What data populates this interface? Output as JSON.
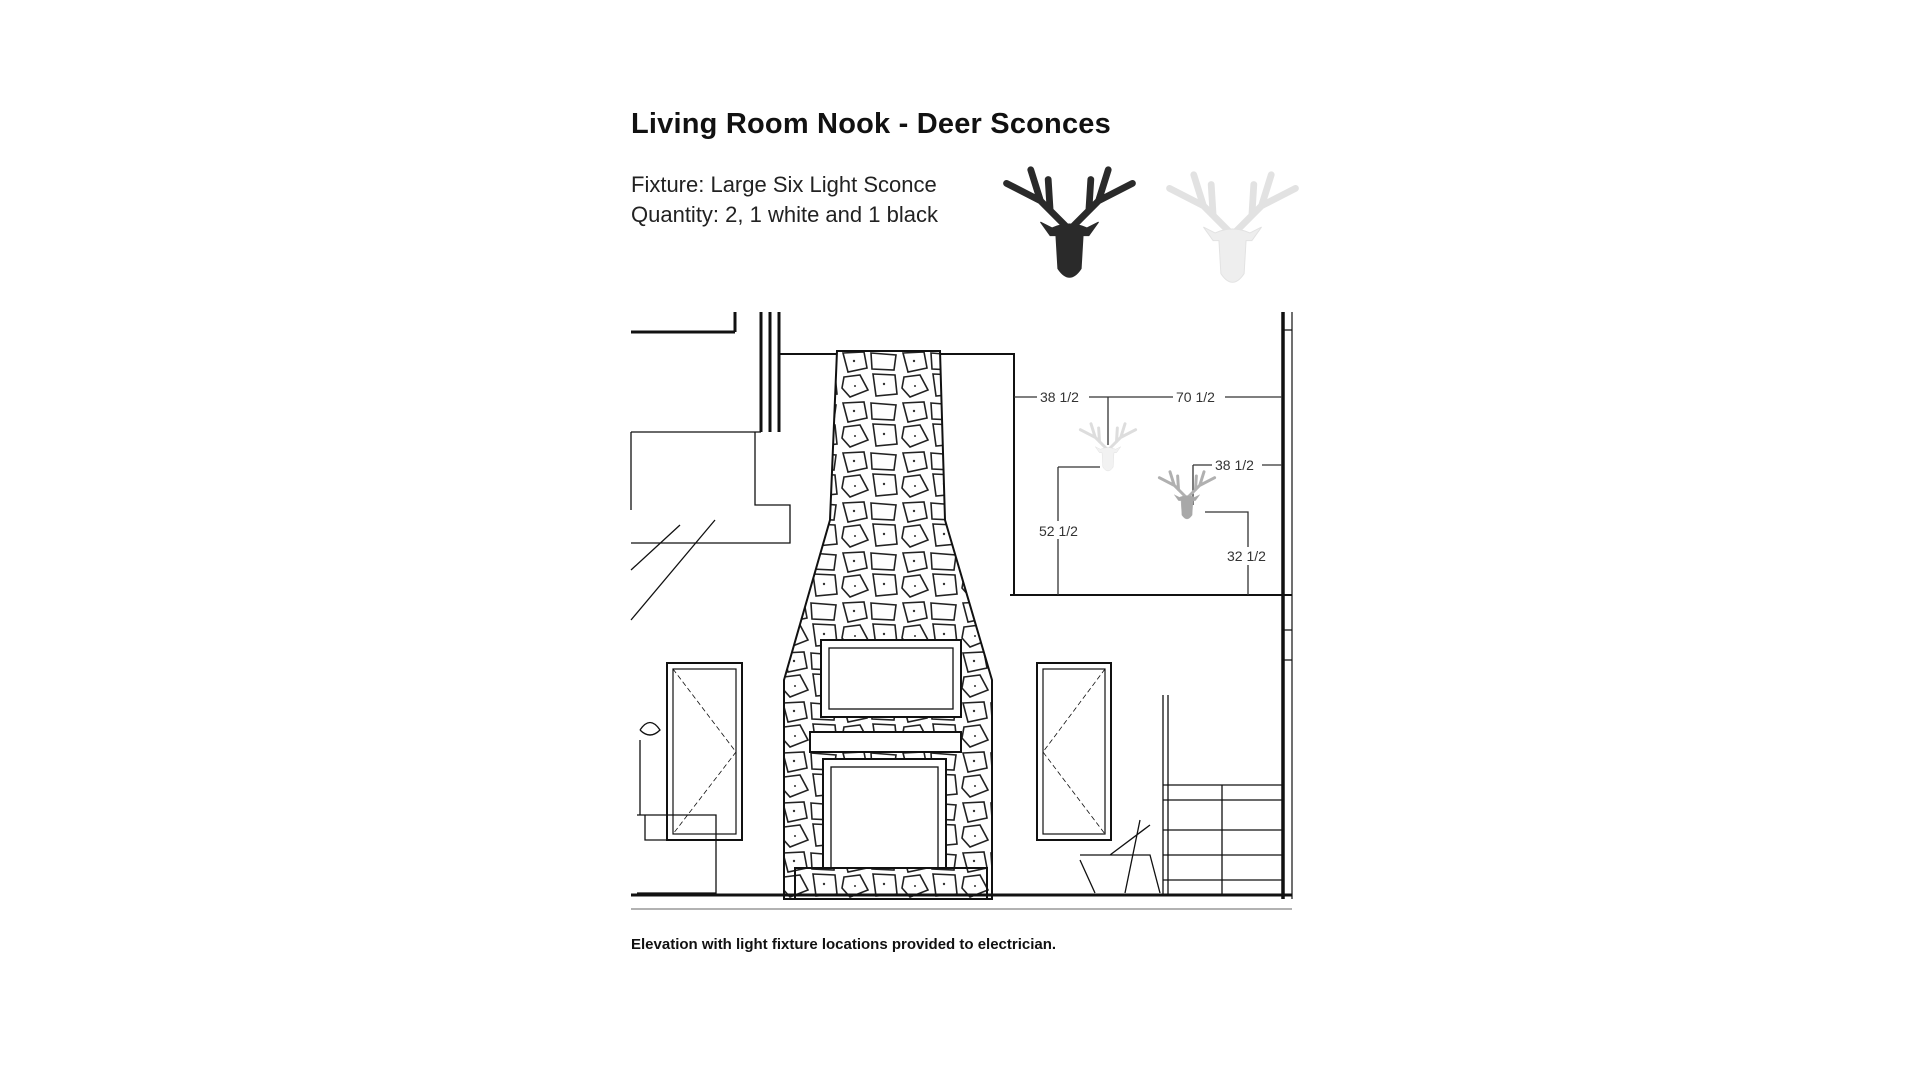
{
  "title": "Living Room Nook - Deer Sconces",
  "fixture_line": "Fixture: Large Six Light Sconce",
  "quantity_line": "Quantity: 2, 1 white and 1 black",
  "product_images": [
    {
      "name": "black-deer-sconce",
      "color": "#2a2a2a"
    },
    {
      "name": "white-deer-sconce",
      "color": "#eeeeee"
    }
  ],
  "dimensions": {
    "left_offset_top": "38 1/2",
    "right_offset_top": "70 1/2",
    "second_right_offset": "38 1/2",
    "white_height": "52 1/2",
    "gray_height": "32 1/2"
  },
  "caption": "Elevation with light fixture locations provided to electrician."
}
